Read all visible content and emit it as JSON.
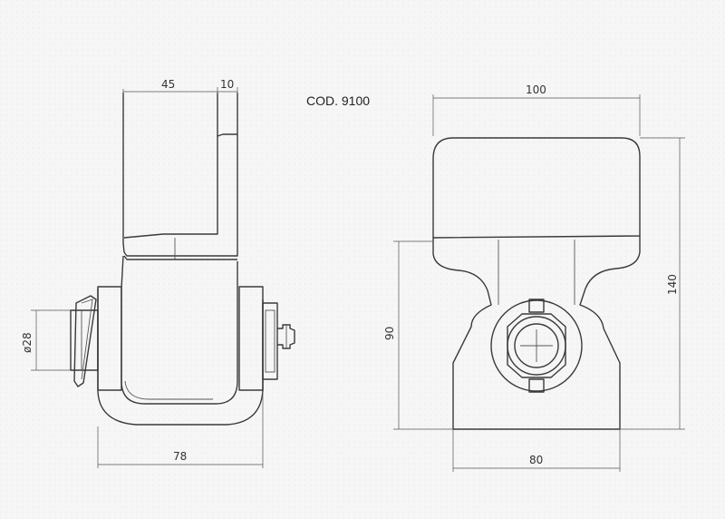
{
  "title": "COD. 9100",
  "colors": {
    "line": "#3a3a3a",
    "background": "#f6f6f6"
  },
  "dimensions": {
    "side_width_45": "45",
    "side_width_10": "10",
    "diameter": "ø28",
    "side_total": "78",
    "front_width_top": "100",
    "front_height_total": "140",
    "front_height_90": "90",
    "front_base": "80"
  }
}
